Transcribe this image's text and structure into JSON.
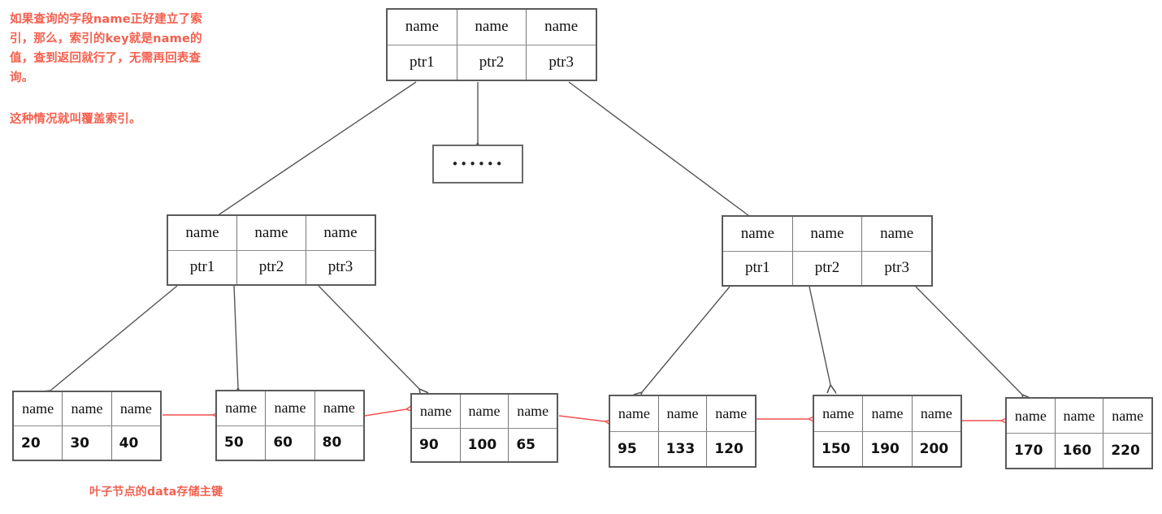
{
  "diagram": {
    "title": "B+ Tree covering-index illustration",
    "colors": {
      "annotation_red": "#f4604f",
      "leaf_link_red": "#f05050",
      "box_border": "#5a5a5a",
      "edge_gray": "#555555"
    }
  },
  "annotations": {
    "main": "如果查询的字段name正好建立了索引，那么，索引的key就是name的值，查到返回就行了，无需再回表查询。",
    "covering": "这种情况就叫覆盖索引。",
    "leaf_data": "叶子节点的data存储主键"
  },
  "root": {
    "name": "root-node",
    "keys": [
      "name",
      "name",
      "name"
    ],
    "pointers": [
      "ptr1",
      "ptr2",
      "ptr3"
    ]
  },
  "ellipsis_node": {
    "label": "••••••"
  },
  "internal_nodes": [
    {
      "name": "internal-node-left",
      "keys": [
        "name",
        "name",
        "name"
      ],
      "pointers": [
        "ptr1",
        "ptr2",
        "ptr3"
      ]
    },
    {
      "name": "internal-node-right",
      "keys": [
        "name",
        "name",
        "name"
      ],
      "pointers": [
        "ptr1",
        "ptr2",
        "ptr3"
      ]
    }
  ],
  "leaf_nodes": [
    {
      "name": "leaf-node-1",
      "keys": [
        "name",
        "name",
        "name"
      ],
      "data": [
        "20",
        "30",
        "40"
      ]
    },
    {
      "name": "leaf-node-2",
      "keys": [
        "name",
        "name",
        "name"
      ],
      "data": [
        "50",
        "60",
        "80"
      ]
    },
    {
      "name": "leaf-node-3",
      "keys": [
        "name",
        "name",
        "name"
      ],
      "data": [
        "90",
        "100",
        "65"
      ]
    },
    {
      "name": "leaf-node-4",
      "keys": [
        "name",
        "name",
        "name"
      ],
      "data": [
        "95",
        "133",
        "120"
      ]
    },
    {
      "name": "leaf-node-5",
      "keys": [
        "name",
        "name",
        "name"
      ],
      "data": [
        "150",
        "190",
        "200"
      ]
    },
    {
      "name": "leaf-node-6",
      "keys": [
        "name",
        "name",
        "name"
      ],
      "data": [
        "170",
        "160",
        "220"
      ]
    }
  ]
}
